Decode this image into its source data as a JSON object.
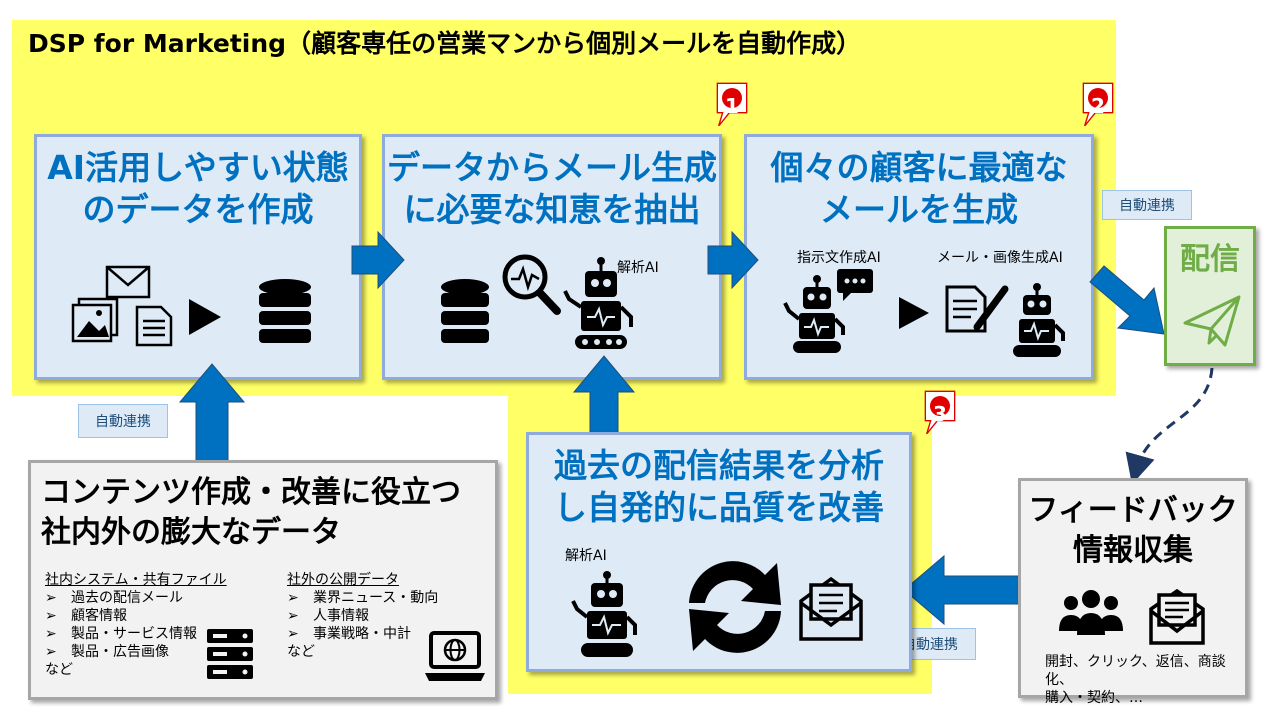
{
  "title": "DSP for Marketing（顧客専任の営業マンから個別メールを自動作成）",
  "stage1": {
    "title_line1": "AI活用しやすい状態",
    "title_line2": "のデータを作成"
  },
  "stage2": {
    "title_line1": "データからメール生成",
    "title_line2": "に必要な知恵を抽出",
    "ai_label": "解析AI",
    "callout": "1"
  },
  "stage3": {
    "title_line1": "個々の顧客に最適な",
    "title_line2": "メールを生成",
    "ai_left_label": "指示文作成AI",
    "ai_right_label": "メール・画像生成AI",
    "callout": "2"
  },
  "delivery": {
    "label": "配信"
  },
  "stage4": {
    "title_line1": "過去の配信結果を分析",
    "title_line2": "し自発的に品質を改善",
    "ai_label": "解析AI",
    "callout": "3"
  },
  "feedback": {
    "title_line1": "フィードバック",
    "title_line2": "情報収集",
    "caption_line1": "開封、クリック、返信、商談化、",
    "caption_line2": "購入・契約、…"
  },
  "data_source": {
    "title_line1": "コンテンツ作成・改善に役立つ",
    "title_line2": "社内外の膨大なデータ",
    "internal": {
      "heading": "社内システム・共有ファイル",
      "items": [
        "過去の配信メール",
        "顧客情報",
        "製品・サービス情報",
        "製品・広告画像"
      ],
      "etc": "など"
    },
    "external": {
      "heading": "社外の公開データ",
      "items": [
        "業界ニュース・動向",
        "人事情報",
        "事業戦略・中計"
      ],
      "etc": "など"
    }
  },
  "tags": {
    "auto_link": "自動連携"
  },
  "bullet": "➢",
  "colors": {
    "accent_blue": "#0070c0",
    "stage_fill": "#deebf7",
    "highlight_yellow": "#ffff66",
    "delivery_green": "#70ad47",
    "callout_red": "#e00000"
  }
}
